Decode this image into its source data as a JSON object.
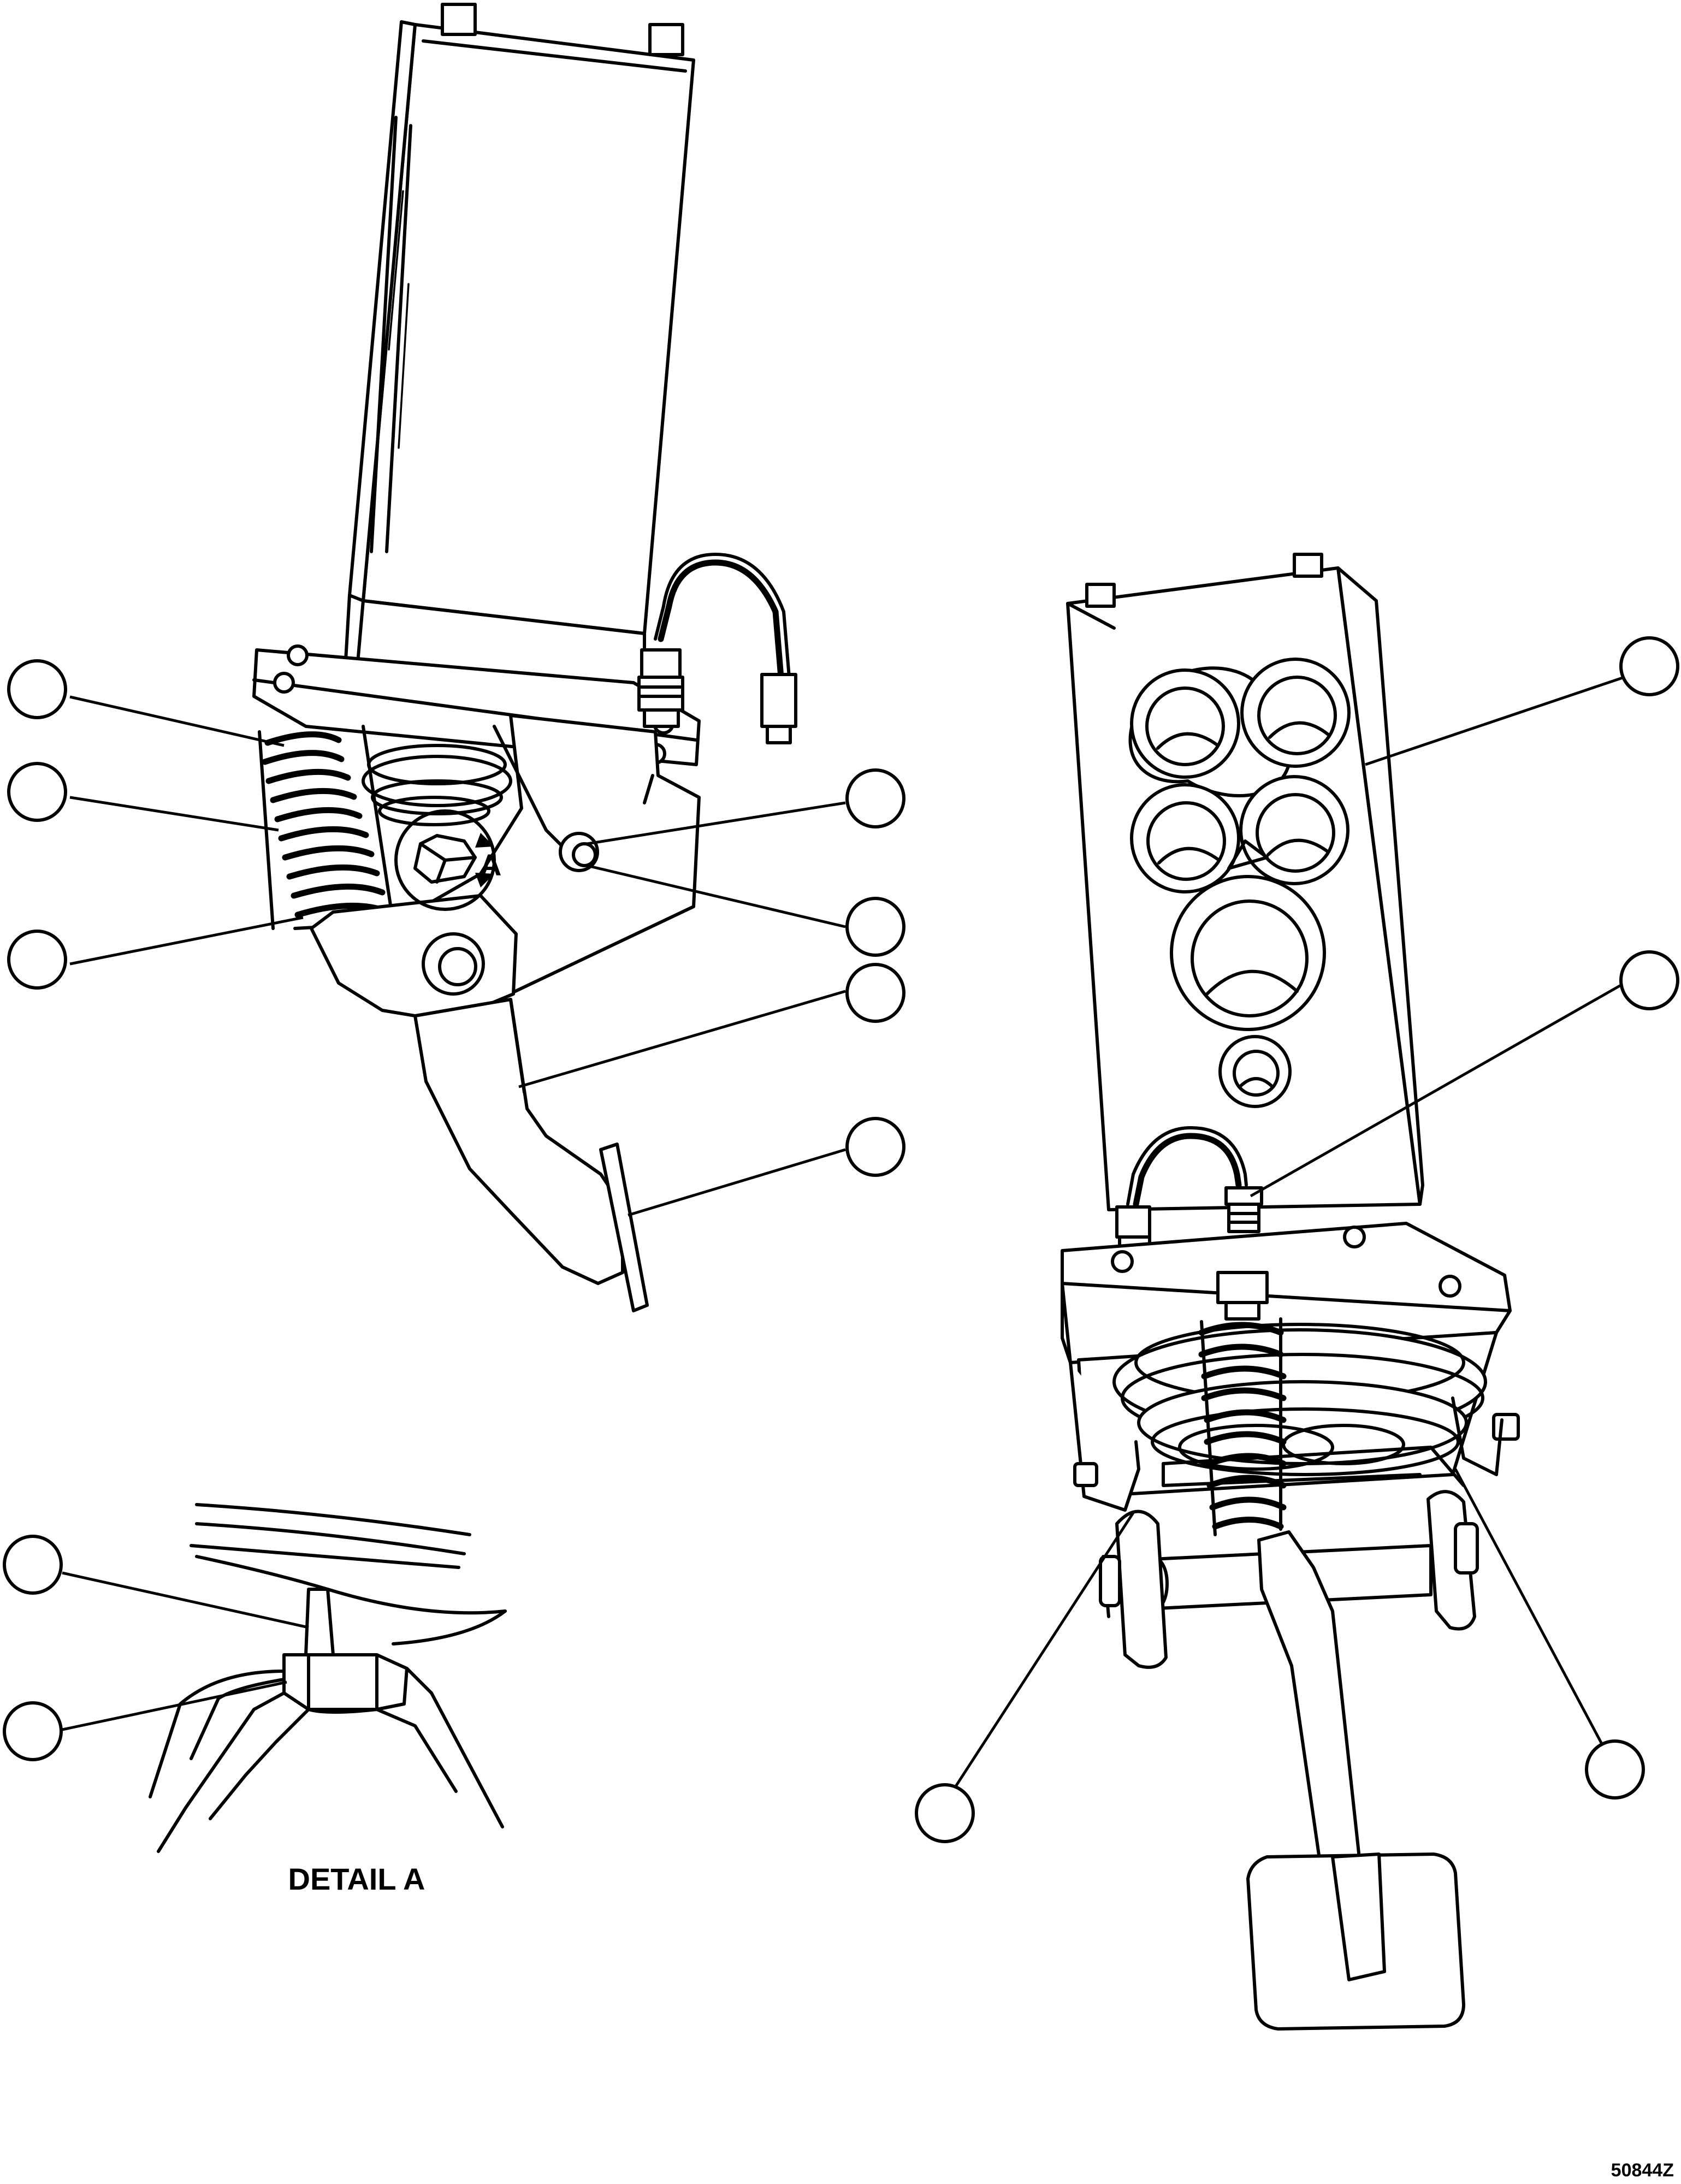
{
  "detail_marker_label": "A",
  "detail_caption": "DETAIL A",
  "figure_number": "50844Z"
}
